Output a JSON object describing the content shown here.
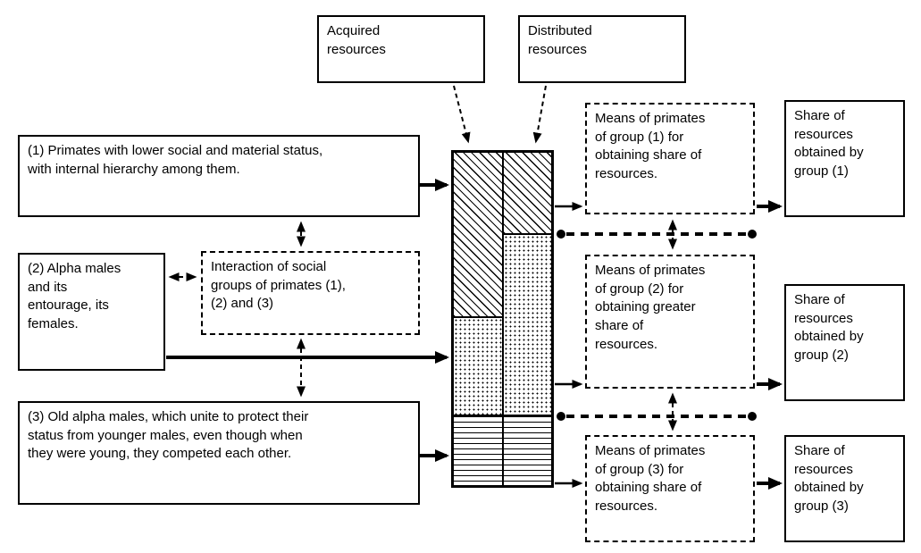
{
  "boxes": {
    "acquired": {
      "label": "Acquired\nresources"
    },
    "distributed": {
      "label": "Distributed\nresources"
    },
    "group1": {
      "label": "(1) Primates with lower social and material status,\nwith internal hierarchy among them."
    },
    "group2": {
      "label": "(2) Alpha males\nand its\nentourage, its\nfemales."
    },
    "interaction": {
      "label": "Interaction of social\ngroups of primates (1),\n(2) and (3)"
    },
    "group3": {
      "label": "(3) Old alpha males, which unite to protect their\nstatus from younger males, even though when\nthey were young, they competed each other."
    },
    "means1": {
      "label": "Means of primates\nof group (1) for\nobtaining share of\nresources."
    },
    "means2": {
      "label": "Means of primates\nof group (2) for\nobtaining greater\nshare of\nresources."
    },
    "means3": {
      "label": "Means of primates\nof group (3) for\nobtaining share of\nresources."
    },
    "share1": {
      "label": "Share of\nresources\nobtained by\ngroup (1)"
    },
    "share2": {
      "label": "Share of\nresources\nobtained by\ngroup (2)"
    },
    "share3": {
      "label": "Share of\nresources\nobtained by\ngroup (3)"
    }
  },
  "stack": {
    "description": "Stacked bar of resources split between groups (1), (2), (3)",
    "columns": [
      {
        "name": "acquired-resources-column",
        "segments": [
          {
            "group": "(1)",
            "pattern": "diagonal-hatch"
          },
          {
            "group": "(2)",
            "pattern": "dots"
          },
          {
            "group": "(3)",
            "pattern": "horizontal-lines"
          }
        ]
      },
      {
        "name": "distributed-resources-column",
        "segments": [
          {
            "group": "(1)",
            "pattern": "diagonal-hatch"
          },
          {
            "group": "(2)",
            "pattern": "dots"
          },
          {
            "group": "(3)",
            "pattern": "horizontal-lines"
          }
        ]
      }
    ]
  },
  "colors": {
    "foreground": "#000000",
    "background": "#ffffff"
  }
}
